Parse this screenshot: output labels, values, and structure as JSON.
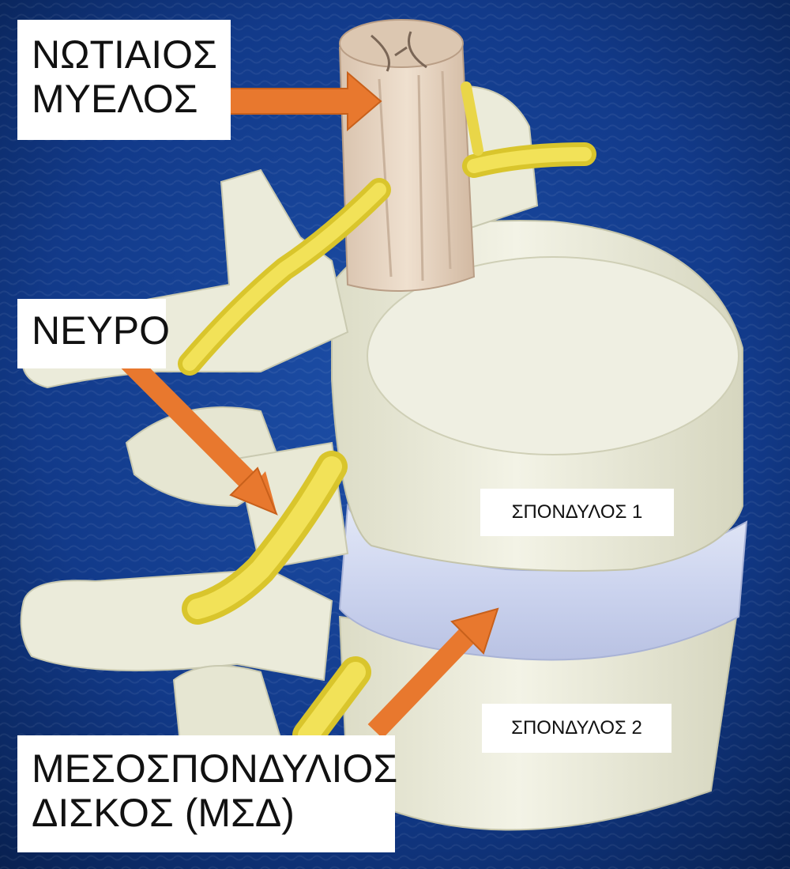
{
  "labels": {
    "spinal_cord": {
      "line1": "ΝΩΤΙΑΙΟΣ",
      "line2": "ΜΥΕΛΟΣ"
    },
    "nerve": {
      "text": "ΝΕΥΡΟ"
    },
    "vertebra_1": {
      "text": "ΣΠΟΝΔΥΛΟΣ 1"
    },
    "vertebra_2": {
      "text": "ΣΠΟΝΔΥΛΟΣ 2"
    },
    "disc": {
      "line1": "ΜΕΣΟΣΠΟΝΔΥΛΙΟΣ",
      "line2": "ΔΙΣΚΟΣ (ΜΣΔ)"
    }
  },
  "colors": {
    "background": "#0b2a6e",
    "bone": "#eeeedd",
    "disc": "#d3daf0",
    "nerve": "#eedb3c",
    "spinal_cord": "#e6d3c1",
    "arrow": "#e8782e",
    "label_background": "#ffffff"
  }
}
